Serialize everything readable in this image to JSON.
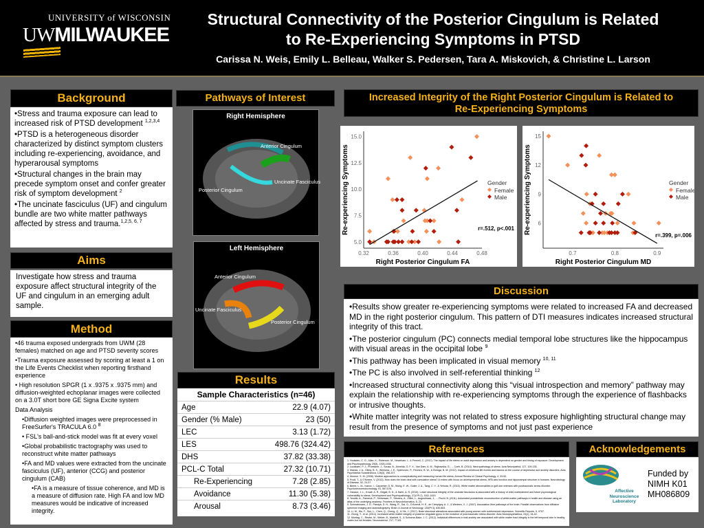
{
  "header": {
    "logo_top": "UNIVERSITY of WISCONSIN",
    "logo_uw": "UW",
    "logo_main": "MILWAUKEE",
    "title_line1": "Structural Connectivity of the Posterior Cingulum is Related",
    "title_line2": "to Re-Experiencing Symptoms in PTSD",
    "authors": "Carissa N. Weis, Emily L. Belleau, Walker S. Pedersen, Tara A. Miskovich, & Christine L. Larson"
  },
  "background": {
    "heading": "Background",
    "bullets": [
      "•Stress and trauma exposure can lead to increased risk of PTSD development",
      "•PTSD is a heterogeneous disorder characterized by distinct symptom clusters including re-experiencing, avoidance, and hyperarousal symptoms",
      "•Structural changes in the brain may precede symptom onset and confer greater risk of symptom development",
      "•The uncinate fasciculus (UF) and cingulum bundle are two white matter pathways affected by stress and trauma."
    ],
    "sups": [
      "1,2,3,4",
      "",
      "2",
      "1,2,5, 6, 7"
    ]
  },
  "aims": {
    "heading": "Aims",
    "text": "Investigate how stress and trauma exposure affect structural integrity of the UF and cingulum in an emerging adult sample."
  },
  "method": {
    "heading": "Method",
    "items": [
      "•46 trauma exposed undergrads from UWM (28 females) matched on age and PTSD severity scores",
      "•Trauma exposure assessed by scoring at least a 1 on the Life Events Checklist when reporting firsthand experience",
      "• High resolution SPGR (1 x .9375 x .9375 mm) and diffusion-weighted echoplanar images were collected on a 3.0T short bore GE Signa Excite system"
    ],
    "subhead": "Data Analysis",
    "sub_items": [
      "•Diffusion weighted images were preprocessed in FreeSurfer's TRACULA 6.0",
      "• FSL's ball-and-stick model was fit at every voxel",
      "•Global probabilistic tractography was used to reconstruct white matter pathways",
      "•FA and MD values were extracted from the uncinate fasciculus (UF), anterior (CCG) and posterior cingulum (CAB)"
    ],
    "sub_sup": "8",
    "note": "•FA is a measure of tissue coherence, and MD is a measure of diffusion rate. High FA and low MD measures would be indicative of increased integrity."
  },
  "pathways": {
    "heading": "Pathways of Interest",
    "right": {
      "title": "Right Hemisphere",
      "anterior": "Anterior Cingulum",
      "uncinate": "Uncinate Fasciculus",
      "posterior": "Posterior Cingulum"
    },
    "left": {
      "title": "Left Hemisphere",
      "anterior": "Anterior Cingulum",
      "uncinate": "Uncinate Fasciculus",
      "posterior": "Posterior Cingulum"
    }
  },
  "results": {
    "heading": "Results",
    "table_title": "Sample Characteristics (n=46)",
    "rows": [
      {
        "label": "Age",
        "value": "22.9 (4.07)"
      },
      {
        "label": "Gender (% Male)",
        "value": "23 (50)"
      },
      {
        "label": "LEC",
        "value": "3.13 (1.72)"
      },
      {
        "label": "LES",
        "value": "498.76 (324.42)"
      },
      {
        "label": "DHS",
        "value": "37.82 (33.38)"
      },
      {
        "label": "PCL-C Total",
        "value": "27.32 (10.71)"
      },
      {
        "label": "Re-Experiencing",
        "value": "7.28 (2.85)"
      },
      {
        "label": "Avoidance",
        "value": "11.30 (5.38)"
      },
      {
        "label": "Arousal",
        "value": "8.73 (3.46)"
      }
    ]
  },
  "findings": {
    "heading_line1": "Increased Integrity of the Right Posterior Cingulum is Related to",
    "heading_line2": "Re-Experiencing Symptoms"
  },
  "colors": {
    "female": "#f4905a",
    "male": "#b11d0a",
    "accent": "#f5b21b"
  },
  "chart_data": [
    {
      "type": "scatter",
      "xlabel": "Right Posterior Cingulum FA",
      "ylabel": "Re-experiencing Symptoms",
      "xlim": [
        0.32,
        0.48
      ],
      "ylim": [
        4.4,
        15.5
      ],
      "xticks": [
        "0.32",
        "0.36",
        "0.40",
        "0.44",
        "0.48"
      ],
      "yticks": [
        "5.0",
        "7.5",
        "10.0",
        "12.5",
        "15.0"
      ],
      "legend_title": "Gender",
      "legend": [
        "Female",
        "Male"
      ],
      "annotation": "r=.512, p<.001",
      "series": [
        {
          "name": "Female",
          "points": [
            [
              0.473,
              15
            ],
            [
              0.383,
              13
            ],
            [
              0.421,
              12
            ],
            [
              0.353,
              11
            ],
            [
              0.406,
              11
            ],
            [
              0.359,
              9
            ],
            [
              0.453,
              9
            ],
            [
              0.402,
              8
            ],
            [
              0.374,
              7
            ],
            [
              0.403,
              7
            ],
            [
              0.406,
              7
            ],
            [
              0.415,
              7
            ],
            [
              0.328,
              6
            ],
            [
              0.366,
              6
            ],
            [
              0.405,
              6
            ],
            [
              0.36,
              6
            ],
            [
              0.334,
              5
            ],
            [
              0.381,
              5
            ],
            [
              0.389,
              5
            ],
            [
              0.422,
              5
            ]
          ]
        },
        {
          "name": "Male",
          "points": [
            [
              0.439,
              14
            ],
            [
              0.465,
              13
            ],
            [
              0.404,
              12
            ],
            [
              0.365,
              9
            ],
            [
              0.372,
              9
            ],
            [
              0.372,
              8
            ],
            [
              0.391,
              8
            ],
            [
              0.446,
              8
            ],
            [
              0.41,
              7
            ],
            [
              0.361,
              6
            ],
            [
              0.386,
              6
            ],
            [
              0.415,
              6
            ],
            [
              0.328,
              5
            ],
            [
              0.351,
              5
            ],
            [
              0.353,
              5
            ],
            [
              0.36,
              5
            ],
            [
              0.362,
              5
            ],
            [
              0.367,
              5
            ],
            [
              0.372,
              5
            ],
            [
              0.385,
              5
            ],
            [
              0.394,
              5
            ],
            [
              0.448,
              5
            ]
          ]
        }
      ],
      "fit": [
        [
          0.328,
          4.75
        ],
        [
          0.474,
          10.8
        ]
      ]
    },
    {
      "type": "scatter",
      "xlabel": "Right Posterior Cingulum MD",
      "ylabel": "Re-experiencing Symptoms",
      "xlim": [
        0.63,
        0.915
      ],
      "ylim": [
        3.4,
        15.5
      ],
      "xticks": [
        "0.7",
        "0.8",
        "0.9"
      ],
      "xtick_vals": [
        0.7,
        0.8,
        0.9
      ],
      "yticks": [
        "6",
        "9",
        "12",
        "15"
      ],
      "legend_title": "Gender",
      "legend": [
        "Female",
        "Male"
      ],
      "annotation": "r=.399, p=.006",
      "series": [
        {
          "name": "Female",
          "points": [
            [
              0.643,
              15
            ],
            [
              0.688,
              12
            ],
            [
              0.763,
              13
            ],
            [
              0.792,
              11
            ],
            [
              0.8,
              11
            ],
            [
              0.733,
              9
            ],
            [
              0.832,
              9
            ],
            [
              0.741,
              8
            ],
            [
              0.725,
              7
            ],
            [
              0.778,
              7
            ],
            [
              0.79,
              7
            ],
            [
              0.793,
              7
            ],
            [
              0.732,
              6
            ],
            [
              0.806,
              6
            ],
            [
              0.845,
              6
            ],
            [
              0.904,
              6
            ],
            [
              0.743,
              5
            ],
            [
              0.748,
              5
            ],
            [
              0.77,
              5
            ],
            [
              0.775,
              5
            ],
            [
              0.782,
              5
            ],
            [
              0.843,
              5
            ]
          ]
        },
        {
          "name": "Male",
          "points": [
            [
              0.732,
              14
            ],
            [
              0.721,
              13
            ],
            [
              0.731,
              12
            ],
            [
              0.754,
              9
            ],
            [
              0.818,
              9
            ],
            [
              0.746,
              8
            ],
            [
              0.773,
              8
            ],
            [
              0.808,
              8
            ],
            [
              0.766,
              7
            ],
            [
              0.754,
              6
            ],
            [
              0.773,
              6
            ],
            [
              0.794,
              6
            ],
            [
              0.72,
              5
            ],
            [
              0.739,
              5
            ],
            [
              0.741,
              5
            ],
            [
              0.763,
              5
            ],
            [
              0.787,
              5
            ],
            [
              0.792,
              5
            ],
            [
              0.8,
              5
            ],
            [
              0.806,
              5
            ],
            [
              0.848,
              5
            ]
          ]
        }
      ],
      "fit": [
        [
          0.643,
          10.5
        ],
        [
          0.9,
          3.9
        ]
      ]
    }
  ],
  "discussion": {
    "heading": "Discussion",
    "items": [
      {
        "t": "•Results show greater re-experiencing symptoms were related to increased FA and decreased MD in the right posterior cingulum. This pattern of DTI measures indicates increased structural integrity of this tract.",
        "s": ""
      },
      {
        "t": "•The posterior cingulum (PC) connects medial temporal lobe structures like the hippocampus with visual areas in the occipital lobe",
        "s": "9"
      },
      {
        "t": "•This pathway has been implicated in visual memory",
        "s": "10, 11"
      },
      {
        "t": "•The PC is also involved in self-referential thinking",
        "s": "12"
      },
      {
        "t": "•Increased structural connectivity along this “visual introspection and memory” pathway may explain the relationship with re-experiencing symptoms through the experience of flashbacks or intrusive thoughts.",
        "s": ""
      },
      {
        "t": "•White matter integrity was not related to stress exposure highlighting structural change may result from the presence of symptoms and not just past experience",
        "s": ""
      }
    ]
  },
  "references": {
    "heading": "References",
    "items": [
      "1. Hodsden, C. G., Allan, K., Robinson, M., Newnham, L. & Pennell, C. (2017). The impact of life stress on adult depression and anxiety is dependent on gender and timing of exposure. Development and Psychopathology, 29(5), 1925-1936.",
      "2. Lucassen, P. J., Pruessner, J., Sousa, N., Almeida, O. F. X., Van Dam, A. M., Rajkowska, G., ... Czeh, B. (2014). Neuropathology of stress. Acta Neuropathol, 127, 109-135.",
      "3. Maeda, J. A., Gibby, B. S., Wiersma, J. E., Spinhoven, P., Penninx, B. W., & Elzinga, B. M. (2012). Impact of childhood life events and trauma on the course of depressive and anxiety disorders. Acta Psychiatrica Scandinavica, 126(3), 198-207.",
      "4. Monroe, S. M. (2008). Modern approaches to conceptualizing and measuring human life stress. Annual Review of Clinical Psychology, 4, 33-52.",
      "5. Frodl, T., & O'Keane, V. (2013). How does the brain deal with cumulative stress? A review with focus on developmental stress, HPA axis function and hippocampal structure in humans. Neurobiology of Disease, 52, 24-37.",
      "6. Bierer, L. M., Ivanov, I., Carpenter, D. M., Wong, E. W., Golier, J. A., Tang, C. Y., & Yehuda, R. (2015). White matter abnormalities in gulf war veterans with posttraumatic stress disorder. Psychoneuroendocrinology, 51, 567-576.",
      "7. Hanson, J. L., Knodt, A. R., Brigidi, B. D., & Hariri, A. R. (2015). Lower structural integrity of the uncinate fasciculus is associated with a history of child maltreatment and future psychological vulnerability to stress. Development and Psychopathology, 27(4 Pt 2), 1611-1619.",
      "8. Yendiki, A., Panneck, P., Srinivasan, P., Stevens, A., Zöllei, L., Augustinack, J., ... Fischl, B. (2011). Automated probabilistic reconstruction of white-matter pathways in health and disease using an atlas of the underlying anatomy. Frontiers in Neuroinformatics, 5, 23.",
      "9. Schmahmann, J. D., Pandya, D. N., Wang, R., Dai, G., D'Arceuil, H. E., de Crespigny, A. J., & Wedeen, V. J. (2007). Association fibre pathways of the brain: Parallel observations from diffusion spectrum imaging and autoradiography. Brain: A Journal of Neurology, 130(Pt 3), 630-653.",
      "10. Li, M., Wu, F., Sun, L., Chen, Q., Cheng, Q., & Xie, J. (2017). Brain structural alterations associated with young women with subthreshold depression. Scientific Reports, 5, 9707.",
      "11. Zhong, Y., et al. (2014). Increased white matter integrity of posterior cingulate gyrus in the evolution of post-traumatic stress disorder. Acta Neuropsychiatrica, 24(1), 34-42.",
      "12. Montag, C., Reuter, M., Weber, B., Markett, S., & Schoene-Bake, J. C. (2012). Individual differences in trait anxiety are associated with white matter tract integrity in the left temporal lobe in healthy males but not females. Neuroscience, 217, 77-83."
    ]
  },
  "acknowledgements": {
    "heading": "Acknowledgements",
    "lab_name": "Affective Neuroscience Laboratory",
    "funding_line1": "Funded by",
    "funding_line2": "NIMH K01",
    "funding_line3": "MH086809"
  }
}
